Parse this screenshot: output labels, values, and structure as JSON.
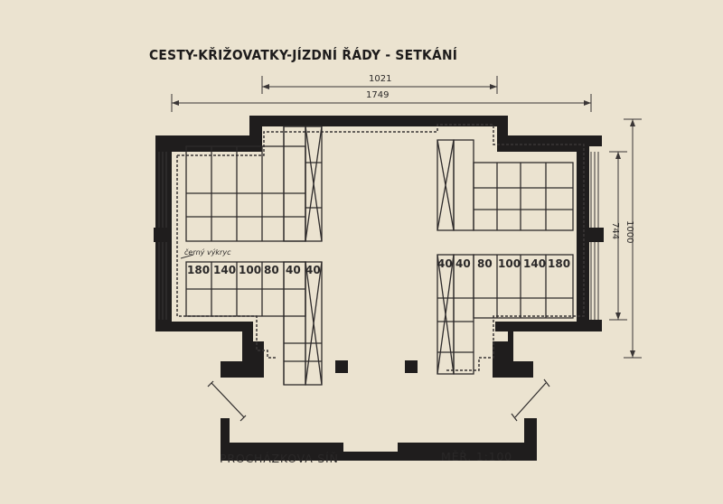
{
  "title": "CESTY-KŘIŽOVATKY-JÍZDNÍ ŘÁDY - SETKÁNÍ",
  "dimensions": {
    "inner_width": "1021",
    "total_width": "1749",
    "inner_height": "744",
    "total_height": "1000"
  },
  "note": "černý výkryc",
  "left_row_numbers": [
    "180",
    "140",
    "100",
    "80",
    "40",
    "40"
  ],
  "right_row_numbers": [
    "40",
    "40",
    "80",
    "100",
    "140",
    "180"
  ],
  "room_name": "PROCHÁZKOVA SÍŇ",
  "scale": "MĚŘ. 1:100",
  "colors": {
    "paper": "#ebe3d0",
    "wall": "#1f1d1d",
    "line": "#3a3636"
  }
}
